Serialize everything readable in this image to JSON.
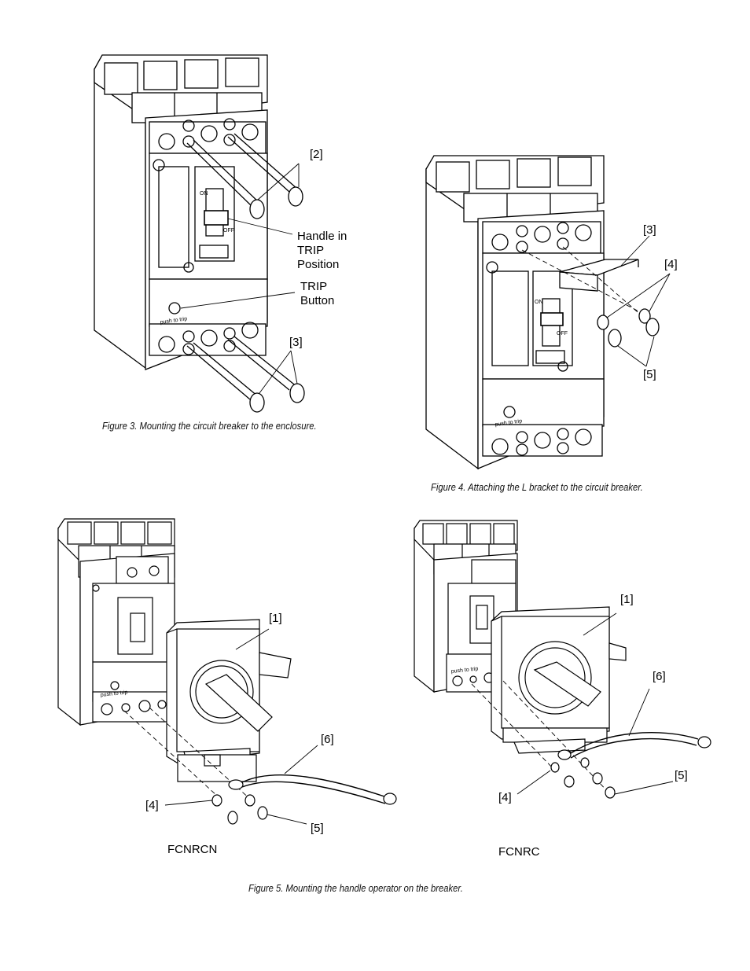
{
  "figure3": {
    "callouts": {
      "c2": "[2]",
      "handle": "Handle in\nTRIP\nPosition",
      "trip": "TRIP\nButton",
      "c3": "[3]"
    },
    "breaker_text": {
      "on": "ON",
      "off": "OFF",
      "push": "push to trip"
    },
    "caption": "Figure 3. Mounting the circuit breaker to the enclosure."
  },
  "figure4": {
    "callouts": {
      "c3": "[3]",
      "c4": "[4]",
      "c5": "[5]"
    },
    "breaker_text": {
      "on": "ON",
      "off": "OFF",
      "push": "push to trip"
    },
    "caption": "Figure 4. Attaching the L bracket to the circuit breaker."
  },
  "figure5": {
    "left": {
      "callouts": {
        "c1": "[1]",
        "c6": "[6]",
        "c4": "[4]",
        "c5": "[5]"
      },
      "push": "push to trip",
      "model": "FCNRCN"
    },
    "right": {
      "callouts": {
        "c1": "[1]",
        "c6": "[6]",
        "c5": "[5]",
        "c4": "[4]"
      },
      "push": "push to trip",
      "model": "FCNRC"
    },
    "caption": "Figure 5. Mounting the handle operator on the breaker."
  }
}
